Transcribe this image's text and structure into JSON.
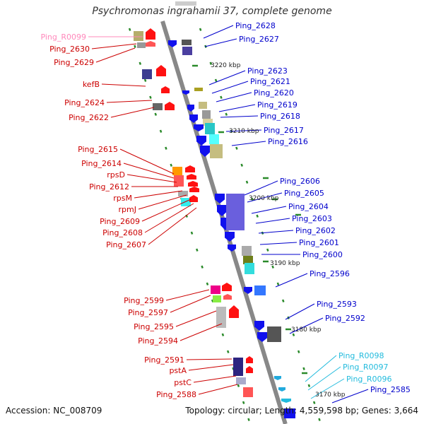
{
  "header": {
    "title": "Psychromonas ingrahamii 37, complete genome"
  },
  "footer": {
    "accession": "Accession: NC_008709",
    "summary": "Topology: circular; Length: 4,559,598 bp; Genes: 3,664"
  },
  "colors": {
    "left_label": "#cc0000",
    "left_label_rrna": "#ff88bb",
    "right_label": "#0000cc",
    "right_label_rrna": "#22bbdd",
    "backbone": "#888888",
    "tick": "#2a8a2a"
  },
  "scale_marks": [
    "3220 kbp",
    "3210 kbp",
    "3200 kbp",
    "3190 kbp",
    "3180 kbp",
    "3170 kbp"
  ],
  "left_labels": [
    {
      "text": "Ping_R0099",
      "kind": "rrna"
    },
    {
      "text": "Ping_2630"
    },
    {
      "text": "Ping_2629"
    },
    {
      "text": "kefB"
    },
    {
      "text": "Ping_2624"
    },
    {
      "text": "Ping_2622"
    },
    {
      "text": "Ping_2615"
    },
    {
      "text": "Ping_2614"
    },
    {
      "text": "rpsD"
    },
    {
      "text": "Ping_2612"
    },
    {
      "text": "rpsM"
    },
    {
      "text": "rpmJ"
    },
    {
      "text": "Ping_2609"
    },
    {
      "text": "Ping_2608"
    },
    {
      "text": "Ping_2607"
    },
    {
      "text": "Ping_2599"
    },
    {
      "text": "Ping_2597"
    },
    {
      "text": "Ping_2595"
    },
    {
      "text": "Ping_2594"
    },
    {
      "text": "Ping_2591"
    },
    {
      "text": "pstA"
    },
    {
      "text": "pstC"
    },
    {
      "text": "Ping_2588"
    }
  ],
  "right_labels": [
    {
      "text": "Ping_2628"
    },
    {
      "text": "Ping_2627"
    },
    {
      "text": "Ping_2623"
    },
    {
      "text": "Ping_2621"
    },
    {
      "text": "Ping_2620"
    },
    {
      "text": "Ping_2619"
    },
    {
      "text": "Ping_2618"
    },
    {
      "text": "Ping_2617"
    },
    {
      "text": "Ping_2616"
    },
    {
      "text": "Ping_2606"
    },
    {
      "text": "Ping_2605"
    },
    {
      "text": "Ping_2604"
    },
    {
      "text": "Ping_2603"
    },
    {
      "text": "Ping_2602"
    },
    {
      "text": "Ping_2601"
    },
    {
      "text": "Ping_2600"
    },
    {
      "text": "Ping_2596"
    },
    {
      "text": "Ping_2593"
    },
    {
      "text": "Ping_2592"
    },
    {
      "text": "Ping_R0098",
      "kind": "rrna"
    },
    {
      "text": "Ping_R0097",
      "kind": "rrna"
    },
    {
      "text": "Ping_R0096",
      "kind": "rrna"
    },
    {
      "text": "Ping_2585"
    }
  ]
}
